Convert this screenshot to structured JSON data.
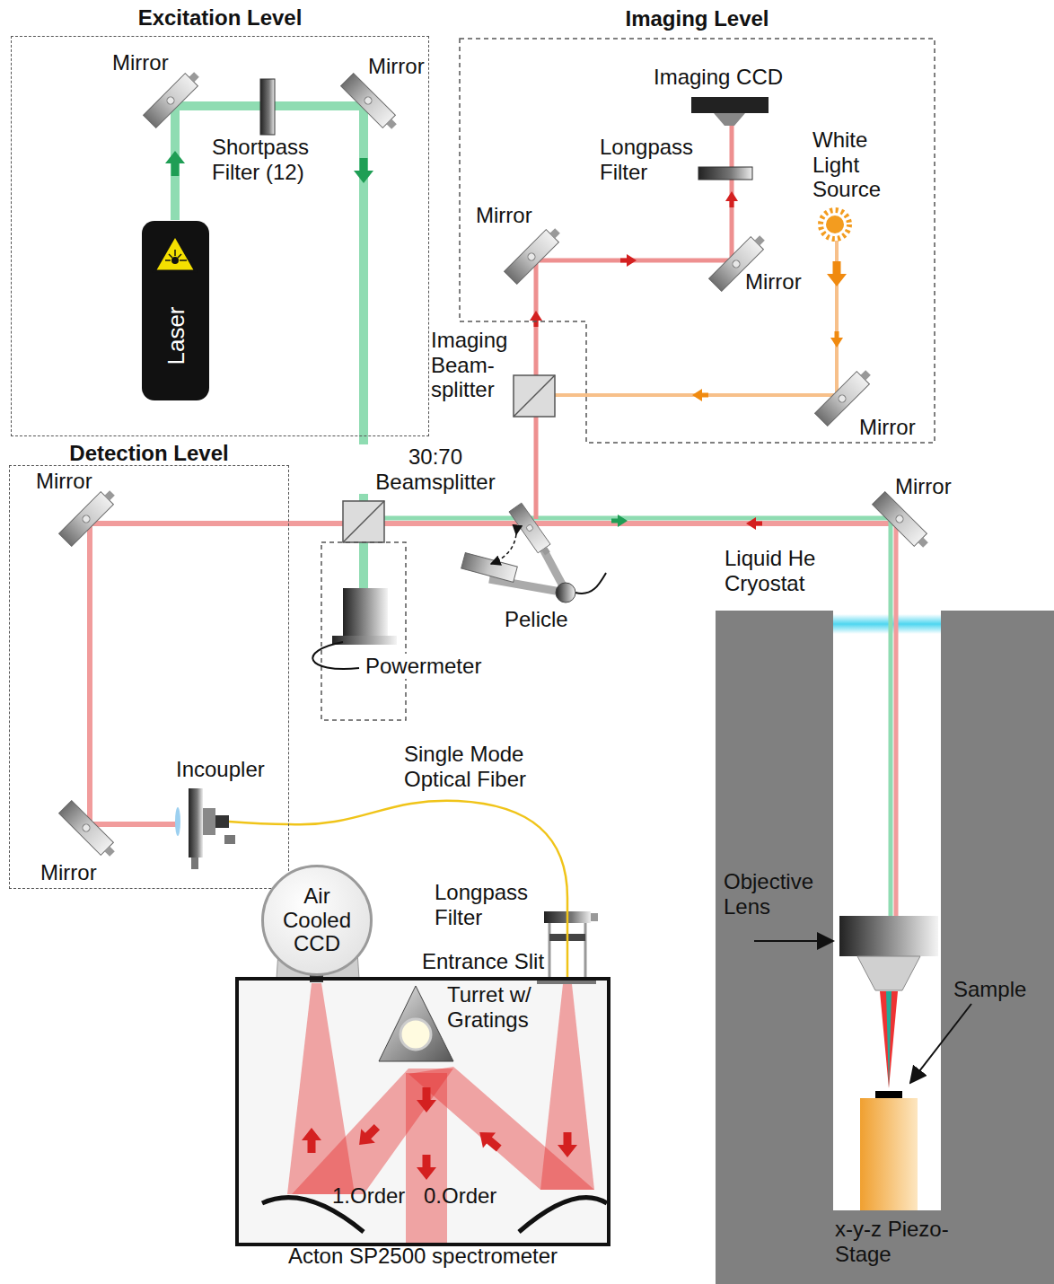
{
  "diagram": {
    "nodes": [
      {
        "text": [
          "Excitation Level"
        ]
      },
      {
        "text": [
          "Laser"
        ],
        "in": 0
      },
      {
        "text": [
          "Imaging Level"
        ]
      },
      {
        "text": [
          "Detection Level"
        ]
      },
      {
        "text": [
          "Air Cooled CCD"
        ]
      },
      {
        "text": [
          "Acton SP2500 spectrometer"
        ]
      },
      {
        "text": [
          "Liquid He Cryostat"
        ]
      }
    ],
    "edges": [
      {
        "from": 3,
        "to": 5,
        "arrow": "none",
        "label": "Single Mode Optical Fiber"
      }
    ],
    "labels": [
      "Mirror",
      "Mirror",
      "Shortpass Filter (12)",
      "Imaging CCD",
      "Longpass Filter",
      "White Light Source",
      "Mirror",
      "Mirror",
      "Imaging Beam- splitter",
      "Mirror",
      "Mirror",
      "30:70 Beamsplitter",
      "Mirror",
      "Pelicle",
      "Powermeter",
      "Incoupler",
      "Mirror",
      "Longpass Filter",
      "Entrance Slit",
      "Turret w/ Gratings",
      "1.Order",
      "0.Order",
      "Objective Lens",
      "Sample",
      "x-y-z Piezo- Stage"
    ]
  }
}
